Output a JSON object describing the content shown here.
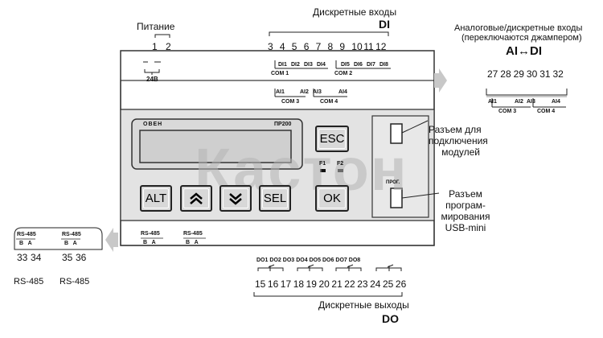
{
  "top": {
    "power_label": "Питание",
    "power_nums": [
      "1",
      "2"
    ],
    "power_sub": "24В",
    "di_title": "Дискретные входы",
    "di_abbr": "DI",
    "di_nums": [
      "3",
      "4",
      "5",
      "6",
      "7",
      "8",
      "9",
      "10",
      "11",
      "12"
    ],
    "di_labels_a": [
      "DI1",
      "DI2",
      "DI3",
      "DI4"
    ],
    "com1": "COM 1",
    "di_labels_b": [
      "DI5",
      "DI6",
      "DI7",
      "DI8"
    ],
    "com2": "COM 2",
    "ai_labels_a": [
      "AI1",
      "AI2",
      "AI3",
      "AI4"
    ],
    "com3": "COM 3",
    "com4": "COM 4"
  },
  "device": {
    "brand": "ОВЕН",
    "model": "ПР200",
    "led_f1": "F1",
    "led_f2": "F2",
    "prog": "ПРОГ.",
    "buttons": {
      "esc": "ESC",
      "ok": "OK",
      "alt": "ALT",
      "sel": "SEL"
    },
    "rs485_a": "RS-485",
    "rs485_a_ba": "B   A",
    "rs485_b": "RS-485",
    "rs485_b_ba": "B   A"
  },
  "right_panel": {
    "title_line1": "Аналоговые/дискретные входы",
    "title_line2": "(переключаются джампером)",
    "abbr": "AI↔DI",
    "nums": [
      "27",
      "28",
      "29",
      "30",
      "31",
      "32"
    ],
    "ai_labels": [
      "AI1",
      "AI2",
      "AI3",
      "AI4"
    ],
    "com3": "COM 3",
    "com4": "COM 4"
  },
  "callouts": {
    "modules_line1": "Разъем для",
    "modules_line2": "подключения",
    "modules_line3": "модулей",
    "usb_line1": "Разъем",
    "usb_line2": "програм-",
    "usb_line3": "мирования",
    "usb_line4": "USB-mini"
  },
  "left_panel": {
    "rs1": "RS-485",
    "rs1_ba": "B   A",
    "rs2": "RS-485",
    "rs2_ba": "B   A",
    "nums": [
      "33",
      "34",
      "35",
      "36"
    ],
    "caption1": "RS-485",
    "caption2": "RS-485"
  },
  "bottom": {
    "do_labels": [
      "DO1",
      "DO2",
      "DO3",
      "DO4",
      "DO5",
      "DO6",
      "DO7",
      "DO8"
    ],
    "do_nums": [
      "15",
      "16",
      "17",
      "18",
      "19",
      "20",
      "21",
      "22",
      "23",
      "24",
      "25",
      "26"
    ],
    "do_title": "Дискретные выходы",
    "do_abbr": "DO"
  },
  "watermark": "Кастон"
}
